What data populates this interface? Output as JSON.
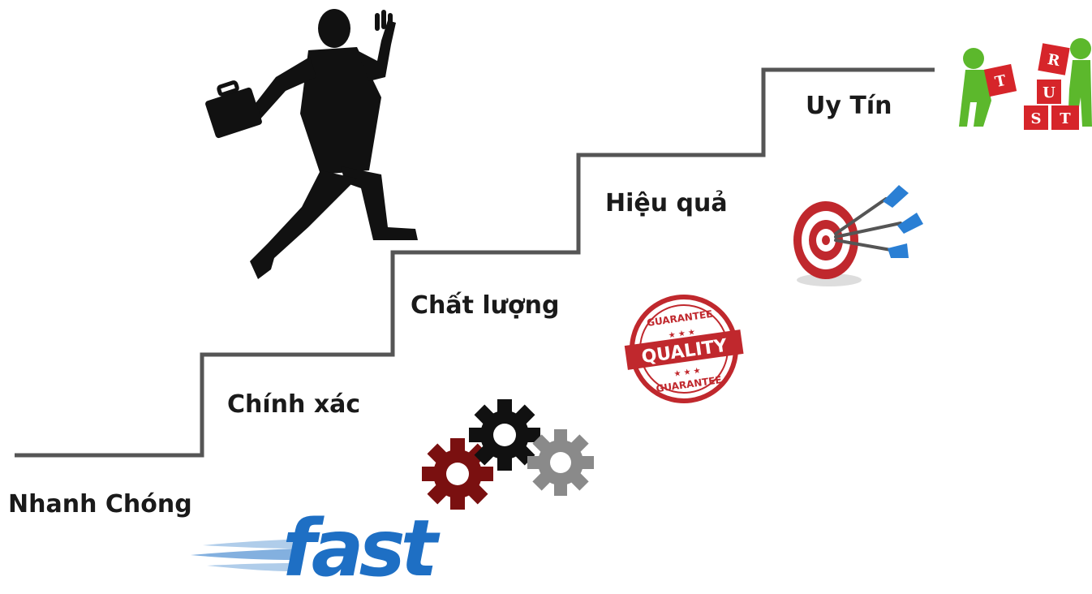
{
  "steps": [
    {
      "label": "Nhanh Chóng",
      "icon": "fast-logo-icon"
    },
    {
      "label": "Chính xác",
      "icon": "gears-icon"
    },
    {
      "label": "Chất lượng",
      "icon": "quality-stamp-icon"
    },
    {
      "label": "Hiệu quả",
      "icon": "dart-target-icon"
    },
    {
      "label": "Uy Tín",
      "icon": "trust-blocks-icon"
    }
  ],
  "fast_logo": {
    "text": "fast"
  },
  "quality_stamp": {
    "top_text": "GUARANTEE",
    "center_text": "QUALITY",
    "bottom_text": "GUARANTEE"
  },
  "trust_blocks": {
    "letters": [
      "T",
      "R",
      "U",
      "S",
      "T"
    ]
  },
  "colors": {
    "stair_line": "#555555",
    "label_text": "#1a1a1a",
    "fast_blue": "#1e6fc4",
    "gear_red": "#7a1010",
    "gear_black": "#111111",
    "gear_gray": "#8a8a8a",
    "stamp_red": "#c0282d",
    "dart_blue": "#2a7fd4",
    "trust_green": "#5cb82c",
    "trust_red": "#d6252a"
  },
  "decorations": [
    "running-businessman-silhouette"
  ]
}
